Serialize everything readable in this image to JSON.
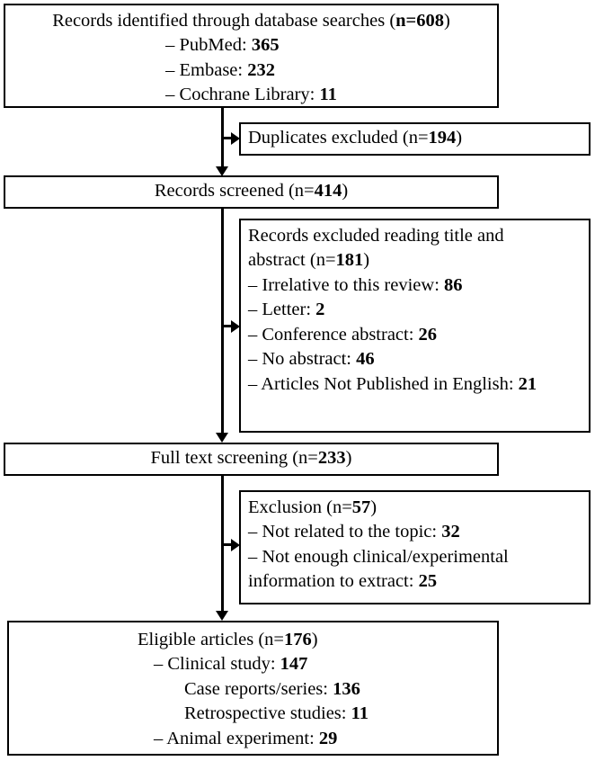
{
  "diagram": {
    "type": "prisma-flow-diagram",
    "title": "PRISMA study selection flow diagram",
    "colors": {
      "background": "#ffffff",
      "border": "#000000",
      "text": "#000000"
    }
  },
  "boxes": {
    "identification": {
      "header_plain_prefix": "Records identified through database searches (",
      "header_bold": "n=608",
      "header_suffix": ")",
      "items": [
        {
          "dash": "–",
          "label": "PubMed: ",
          "value": "365"
        },
        {
          "dash": "–",
          "label": "Embase: ",
          "value": "232"
        },
        {
          "dash": "–",
          "label": "Cochrane Library: ",
          "value": "11"
        }
      ]
    },
    "duplicates": {
      "prefix": "Duplicates excluded (n=",
      "value": "194",
      "suffix": ")"
    },
    "screened": {
      "prefix": "Records screened (n=",
      "value": "414",
      "suffix": ")"
    },
    "excluded_title_abstract": {
      "line1": "Records excluded reading title and",
      "line2_prefix": "abstract (n=",
      "line2_value": "181",
      "line2_suffix": ")",
      "items": [
        {
          "dash": "–",
          "label": "Irrelative to this review: ",
          "value": "86"
        },
        {
          "dash": "–",
          "label": "Letter: ",
          "value": "2"
        },
        {
          "dash": "–",
          "label": "Conference abstract: ",
          "value": "26"
        },
        {
          "dash": "–",
          "label": "No abstract: ",
          "value": "46"
        },
        {
          "dash": "–",
          "label": "Articles Not Published in English:",
          "value": "21"
        }
      ]
    },
    "full_text": {
      "prefix": "Full text screening (n=",
      "value": "233",
      "suffix": ")"
    },
    "exclusion": {
      "header_prefix": "Exclusion (n=",
      "header_value": "57",
      "header_suffix": ")",
      "items": [
        {
          "dash": "–",
          "label": "Not related to the topic: ",
          "value": "32"
        },
        {
          "dash": "–",
          "label": "Not enough clinical/experimental information to extract: ",
          "value": "25"
        }
      ]
    },
    "eligible": {
      "header_prefix": "Eligible articles (n=",
      "header_value": "176",
      "header_suffix": ")",
      "items": [
        {
          "dash": "–",
          "label": "Clinical study: ",
          "value": "147",
          "level": 1
        },
        {
          "dash": "",
          "label": "Case reports/series: ",
          "value": "136",
          "level": 2
        },
        {
          "dash": "",
          "label": "Retrospective studies: ",
          "value": "11",
          "level": 2
        },
        {
          "dash": "–",
          "label": "Animal experiment: ",
          "value": "29",
          "level": 1
        }
      ]
    }
  },
  "connectors": {
    "identification_to_screened": "vertical-arrow-down",
    "branch_to_duplicates": "horizontal-arrow-right",
    "screened_to_full_text": "vertical-arrow-down",
    "branch_to_excluded_title_abstract": "horizontal-arrow-right",
    "full_text_to_eligible": "vertical-arrow-down",
    "branch_to_exclusion": "horizontal-arrow-right"
  }
}
